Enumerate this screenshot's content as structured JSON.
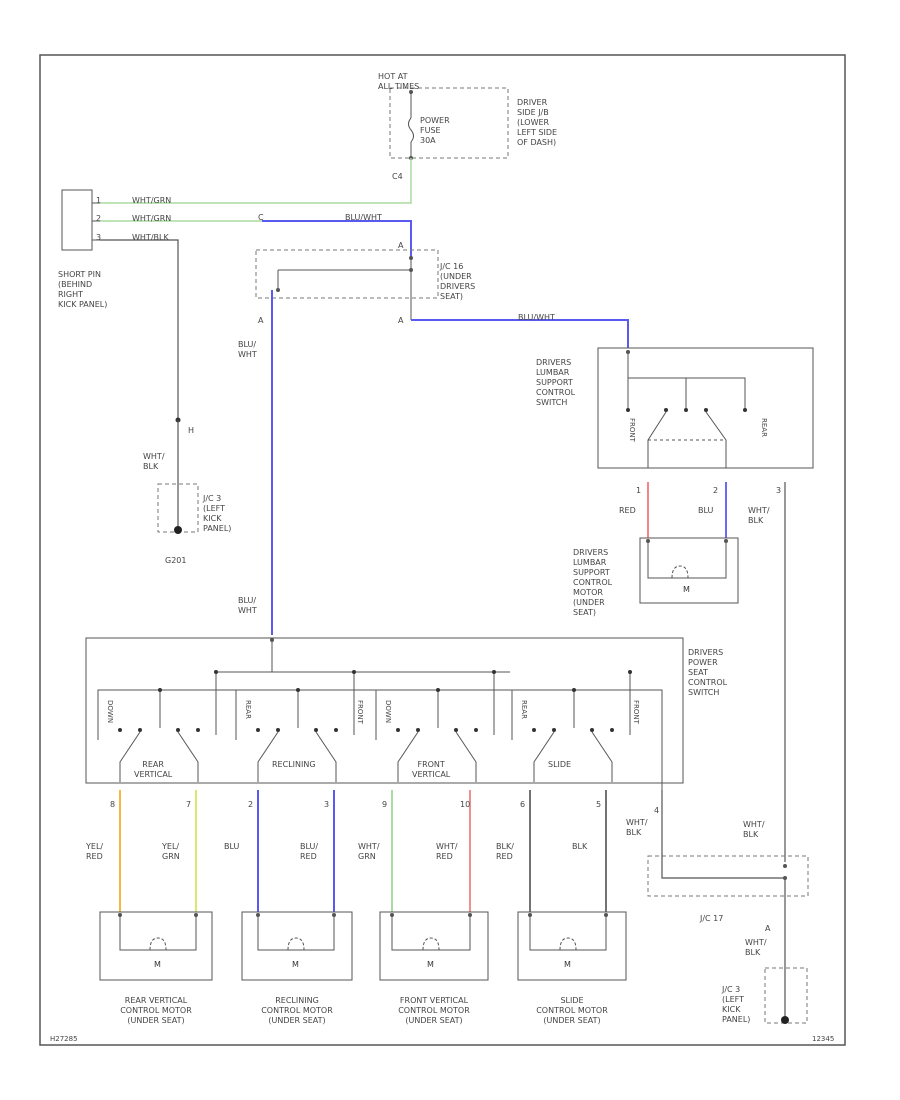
{
  "power": {
    "hot_at": "HOT AT\nALL TIMES",
    "fuse": "POWER\nFUSE\n30A",
    "fuse_location": "DRIVER\nSIDE J/B\n(LOWER\nLEFT SIDE\nOF DASH)",
    "pin_c4": "C4"
  },
  "short_pin": {
    "label": "SHORT PIN\n(BEHIND\nRIGHT\nKICK PANEL)",
    "pin1": "1",
    "pin2": "2",
    "pin3": "3",
    "wire1": "WHT/GRN",
    "wire2": "WHT/GRN",
    "wire3": "WHT/BLK",
    "pin_c": "C"
  },
  "jc16": {
    "label": "J/C 16\n(UNDER\nDRIVERS\nSEAT)",
    "pin_a_top": "A",
    "pin_a_left": "A",
    "pin_a_bottom": "A",
    "wire_top": "BLU/WHT",
    "wire_bottom": "BLU/WHT"
  },
  "left_ground": {
    "pin_h": "H",
    "wire": "WHT/\nBLK",
    "jc_label": "J/C 3\n(LEFT\nKICK\nPANEL)",
    "ground": "G201"
  },
  "lumbar_switch": {
    "label": "DRIVERS\nLUMBAR\nSUPPORT\nCONTROL\nSWITCH",
    "pos_front": "FRONT",
    "pos_rear": "REAR",
    "pin1": "1",
    "pin2": "2",
    "pin3": "3",
    "wire1": "RED",
    "wire2": "BLU",
    "wire3": "WHT/\nBLK"
  },
  "lumbar_motor": {
    "label": "DRIVERS\nLUMBAR\nSUPPORT\nCONTROL\nMOTOR\n(UNDER\nSEAT)",
    "m": "M"
  },
  "power_seat_switch": {
    "label": "DRIVERS\nPOWER\nSEAT\nCONTROL\nSWITCH",
    "wire_in": "BLU/\nWHT",
    "wire_in_lower": "BLU/\nWHT",
    "sections": [
      {
        "name": "REAR\nVERTICAL",
        "up": "DOWN",
        "dn": ""
      },
      {
        "name": "RECLINING",
        "up": "REAR",
        "dn": "FRONT"
      },
      {
        "name": "FRONT\nVERTICAL",
        "up": "DOWN",
        "dn": ""
      },
      {
        "name": "SLIDE",
        "up": "REAR",
        "dn": "FRONT"
      }
    ],
    "pin4": "4",
    "out_wire": "WHT/\nBLK"
  },
  "motor_wires": [
    {
      "pin": "8",
      "wire": "YEL/\nRED"
    },
    {
      "pin": "7",
      "wire": "YEL/\nGRN"
    },
    {
      "pin": "2",
      "wire": "BLU"
    },
    {
      "pin": "3",
      "wire": "BLU/\nRED"
    },
    {
      "pin": "9",
      "wire": "WHT/\nGRN"
    },
    {
      "pin": "10",
      "wire": "WHT/\nRED"
    },
    {
      "pin": "6",
      "wire": "BLK/\nRED"
    },
    {
      "pin": "5",
      "wire": "BLK"
    }
  ],
  "motors": [
    {
      "label": "REAR VERTICAL\nCONTROL MOTOR\n(UNDER SEAT)",
      "m": "M"
    },
    {
      "label": "RECLINING\nCONTROL MOTOR\n(UNDER SEAT)",
      "m": "M"
    },
    {
      "label": "FRONT VERTICAL\nCONTROL MOTOR\n(UNDER SEAT)",
      "m": "M"
    },
    {
      "label": "SLIDE\nCONTROL MOTOR\n(UNDER SEAT)",
      "m": "M"
    }
  ],
  "jc17": {
    "label": "J/C 17",
    "wire_left": "WHT/\nBLK",
    "wire_right": "WHT/\nBLK",
    "pin_a": "A",
    "wire_down": "WHT/\nBLK"
  },
  "right_ground": {
    "label": "J/C 3\n(LEFT\nKICK\nPANEL)"
  },
  "footer": {
    "left_code": "H27285",
    "right_code": "12345"
  },
  "colors": {
    "white_green": "#a8dca0",
    "blue": "#5a5af0",
    "red": "#f07878",
    "yellow_red": "#f5b840",
    "yellow_green": "#d8e870",
    "white_red": "#f09090",
    "black": "#444444",
    "frame": "#555555"
  }
}
